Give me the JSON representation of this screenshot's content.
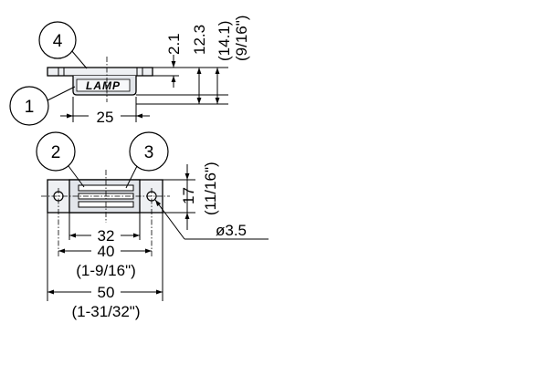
{
  "callouts": [
    "1",
    "2",
    "3",
    "4"
  ],
  "logo_text": "LAMP",
  "dimensions": {
    "base_width": "25",
    "plate_thickness": "2.1",
    "height": "12.3",
    "height_inch": "(14.1)",
    "height_inch2": "(9/16\")",
    "body_height": "17",
    "body_height_inch": "(11/16\")",
    "hole_diameter": "ø3.5",
    "width_32": "32",
    "width_40": "40",
    "width_40_inch": "(1-9/16\")",
    "width_50": "50",
    "width_50_inch": "(1-31/32\")"
  },
  "colors": {
    "body_fill": "#e2e5ea",
    "plate_fill": "#eef0f3",
    "line": "#000000"
  }
}
